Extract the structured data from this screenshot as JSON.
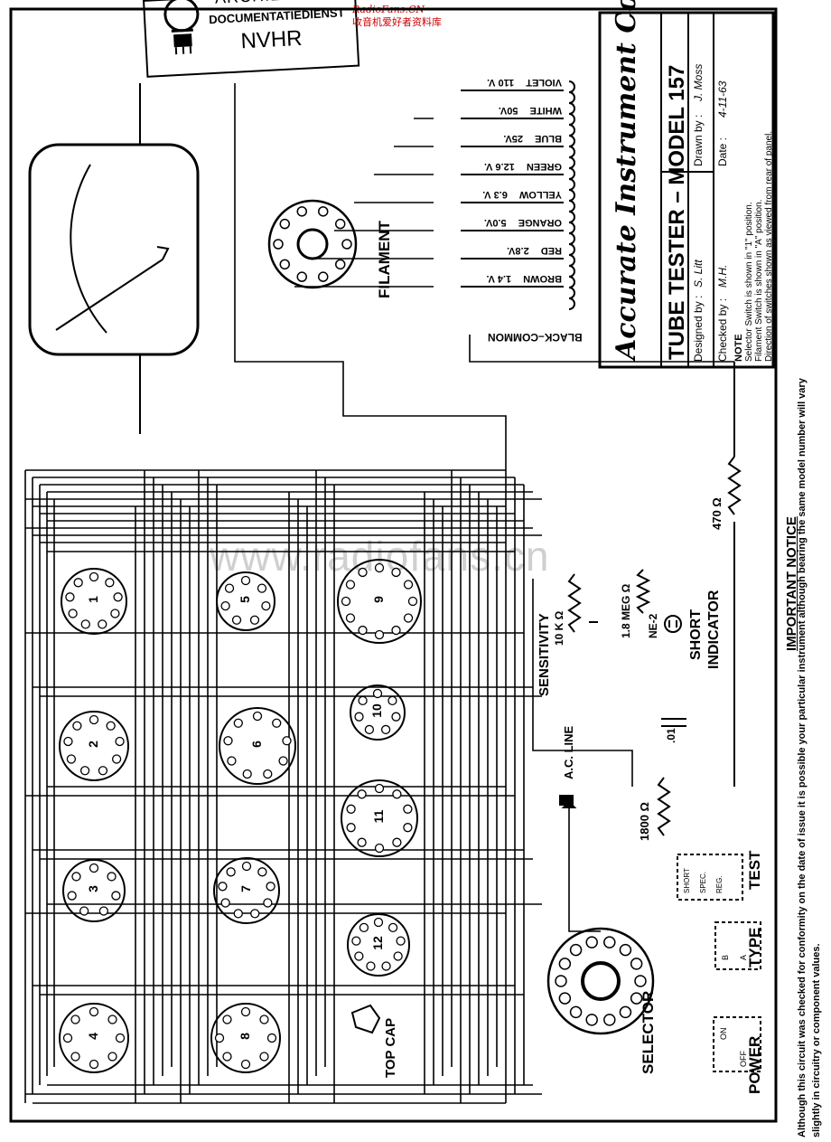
{
  "stamp": {
    "archive": "ARCHIEF",
    "service": "DOCUMENTATIEDIENST",
    "org": "NVHR"
  },
  "brand": {
    "site": "RadioFans.CN",
    "tagline": "收音机爱好者资料库"
  },
  "watermark": "www.radiofans.cn",
  "title_block": {
    "company": "Accurate Instrument Co., Inc.",
    "title": "TUBE TESTER – MODEL 157",
    "designed_label": "Designed by :",
    "designed_by": "S. Litt",
    "drawn_label": "Drawn by :",
    "drawn_by": "J. Moss",
    "checked_label": "Checked by :",
    "checked_by": "M.H.",
    "date_label": "Date :",
    "date": "4-11-63",
    "note_heading": "NOTE",
    "note_1": "Selector Switch is shown in \"1\" position.",
    "note_2": "Filament Switch is shown in \"A\" position.",
    "note_3": "Direction of switches shown as viewed from rear of panel."
  },
  "transformer_taps": [
    {
      "color": "VIOLET",
      "volts": "110 V."
    },
    {
      "color": "WHITE",
      "volts": "50V."
    },
    {
      "color": "BLUE",
      "volts": "25V."
    },
    {
      "color": "GREEN",
      "volts": "12.6 V."
    },
    {
      "color": "YELLOW",
      "volts": "6.3 V."
    },
    {
      "color": "ORANGE",
      "volts": "5.0V."
    },
    {
      "color": "RED",
      "volts": "2.8V."
    },
    {
      "color": "BROWN",
      "volts": "1.4 V."
    }
  ],
  "common_label": "BLACK–COMMON",
  "filament_label": "FILAMENT",
  "sockets": [
    {
      "num": "1"
    },
    {
      "num": "2"
    },
    {
      "num": "3"
    },
    {
      "num": "4"
    },
    {
      "num": "5"
    },
    {
      "num": "6"
    },
    {
      "num": "7"
    },
    {
      "num": "8"
    },
    {
      "num": "9"
    },
    {
      "num": "10"
    },
    {
      "num": "11"
    },
    {
      "num": "12"
    }
  ],
  "components": {
    "r470": "470 Ω",
    "sensitivity": "SENSITIVITY",
    "sens_value": "10 K Ω",
    "r18meg": "1.8 MEG Ω",
    "ne2": "NE-2",
    "short_indicator_1": "SHORT",
    "short_indicator_2": "INDICATOR",
    "cap": ".01",
    "r1800": "1800 Ω",
    "ac_line": "A.C. LINE",
    "selector": "SELECTOR",
    "top_cap": "TOP CAP",
    "test": "TEST",
    "type": "TYPE",
    "power": "POWER",
    "sw_short": "SHORT",
    "sw_spec": "SPEC.",
    "sw_reg": "REG.",
    "sw_on": "ON",
    "sw_off": "OFF",
    "sw_a": "A",
    "sw_b": "B"
  },
  "notice": {
    "heading": "IMPORTANT NOTICE",
    "line1": "Although this circuit was checked for conformity on the date of issue it is possible your particular instrument although bearing the same model number will vary",
    "line2": "slightly in circuitry or component values."
  }
}
